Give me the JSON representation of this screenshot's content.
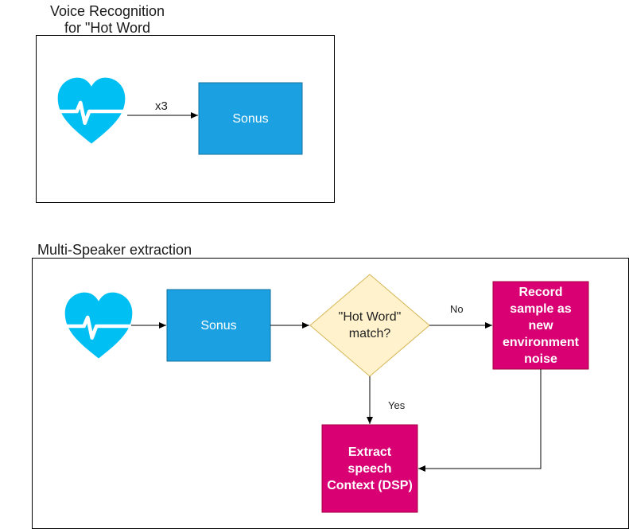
{
  "frames": {
    "voice": {
      "title_line1": "Voice Recognition",
      "title_line2": "for \"Hot Word"
    },
    "multi": {
      "title": "Multi-Speaker extraction"
    }
  },
  "nodes": {
    "sonus_top": "Sonus",
    "sonus_bottom": "Sonus",
    "decision": {
      "line1": "\"Hot Word\"",
      "line2": "match?"
    },
    "record": {
      "lines": [
        "Record",
        "sample as",
        "new",
        "environment",
        "noise"
      ]
    },
    "extract": {
      "lines": [
        "Extract",
        "speech",
        "Context (DSP)"
      ]
    }
  },
  "edges": {
    "x3": "x3",
    "no": "No",
    "yes": "Yes"
  },
  "icons": {
    "heart": "heart-pulse-icon"
  },
  "colors": {
    "heart": "#00BFF2",
    "sonus": "#1BA1E2",
    "decision_fill": "#FFF2CC",
    "decision_stroke": "#D6B656",
    "magenta": "#D80073"
  }
}
